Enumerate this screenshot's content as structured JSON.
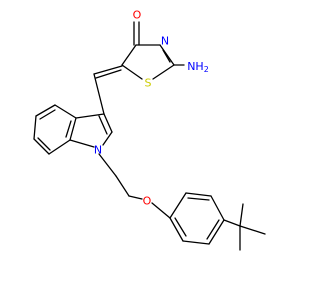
{
  "molecule": {
    "atoms": {
      "oxygen_carbonyl": {
        "text": "O",
        "color": "#ff0000"
      },
      "nitrogen_ring": {
        "text": "N",
        "color": "#0000ff"
      },
      "sulfur": {
        "text": "S",
        "color": "#cccc00"
      },
      "amino_group": {
        "text": "NH",
        "color": "#0000ff"
      },
      "amino_subscript": {
        "text": "2",
        "color": "#0000ff"
      },
      "nitrogen_indole": {
        "text": "N",
        "color": "#0000ff"
      },
      "oxygen_ether": {
        "text": "O",
        "color": "#ff0000"
      }
    },
    "bond_color": "#000000",
    "background": "#ffffff"
  }
}
